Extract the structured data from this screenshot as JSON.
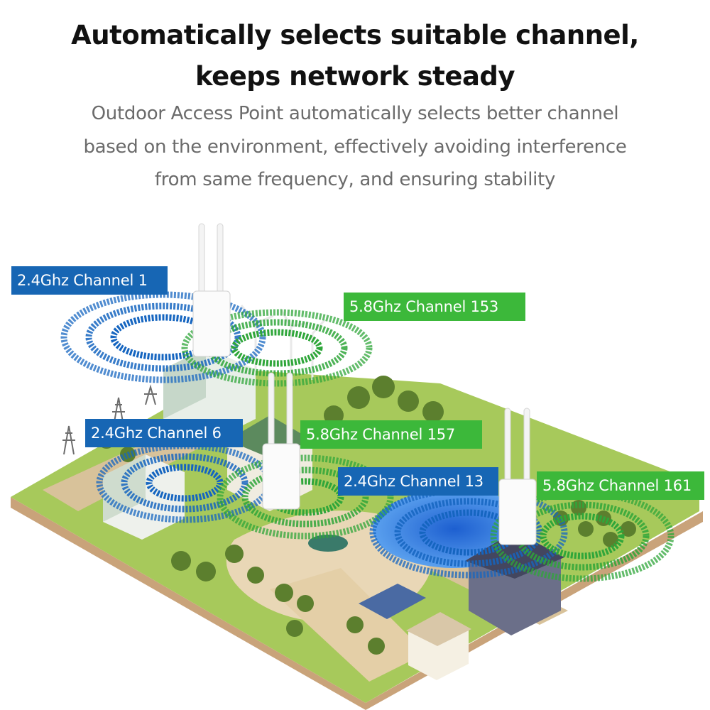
{
  "heading": {
    "line1": "Automatically selects suitable channel,",
    "line2": "keeps network steady"
  },
  "description": {
    "line1": "Outdoor Access Point automatically selects better channel",
    "line2": "based on the environment, effectively avoiding interference",
    "line3": "from same frequency, and ensuring stability"
  },
  "channels": {
    "ch1": "2.4Ghz Channel 1",
    "ch153": "5.8Ghz Channel 153",
    "ch6": "2.4Ghz Channel 6",
    "ch157": "5.8Ghz Channel 157",
    "ch13": "2.4Ghz Channel 13",
    "ch161": "5.8Ghz Channel 161"
  },
  "colors": {
    "band_24ghz": "#1766b4",
    "band_58ghz": "#3cb83a"
  }
}
